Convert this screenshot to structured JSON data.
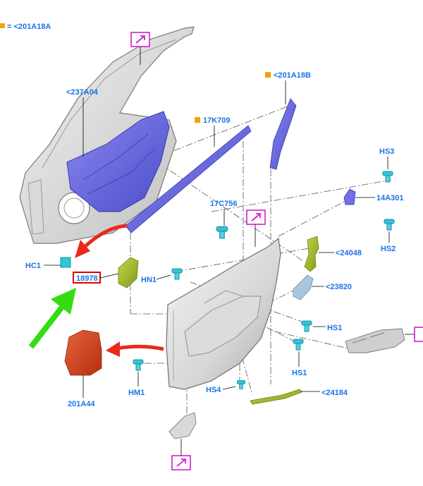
{
  "legend": {
    "marker_color": "#f0a30a",
    "text": "= <201A18A"
  },
  "labels": {
    "frame": "<237A04",
    "trim_upper": "<201A18B",
    "glass_run": "17K709",
    "clip_17c": "17C756",
    "hs3": "HS3",
    "bracket": "14A301",
    "hs2": "HS2",
    "hc1": "HC1",
    "highlight": "18978",
    "hn1": "HN1",
    "armrest_insert": "<24048",
    "handle_bezel": "<23820",
    "hs1_a": "HS1",
    "hs1_b": "HS1",
    "hs4": "HS4",
    "strip": "<24184",
    "pad": "201A44",
    "hm1": "HM1"
  },
  "colors": {
    "label_blue": "#1a73e8",
    "callout_magenta": "#d01ecf",
    "highlight_red": "#e00000",
    "arrow_red": "#e8291c",
    "arrow_green": "#33dd11",
    "part_purple": "#6f6fe6",
    "part_cyan": "#33c4d6",
    "part_olive": "#9fb82c",
    "part_orange": "#d8401c",
    "legend_orange": "#f0a30a"
  },
  "icons": [
    "view-arrow-icon",
    "fastener-icon"
  ]
}
